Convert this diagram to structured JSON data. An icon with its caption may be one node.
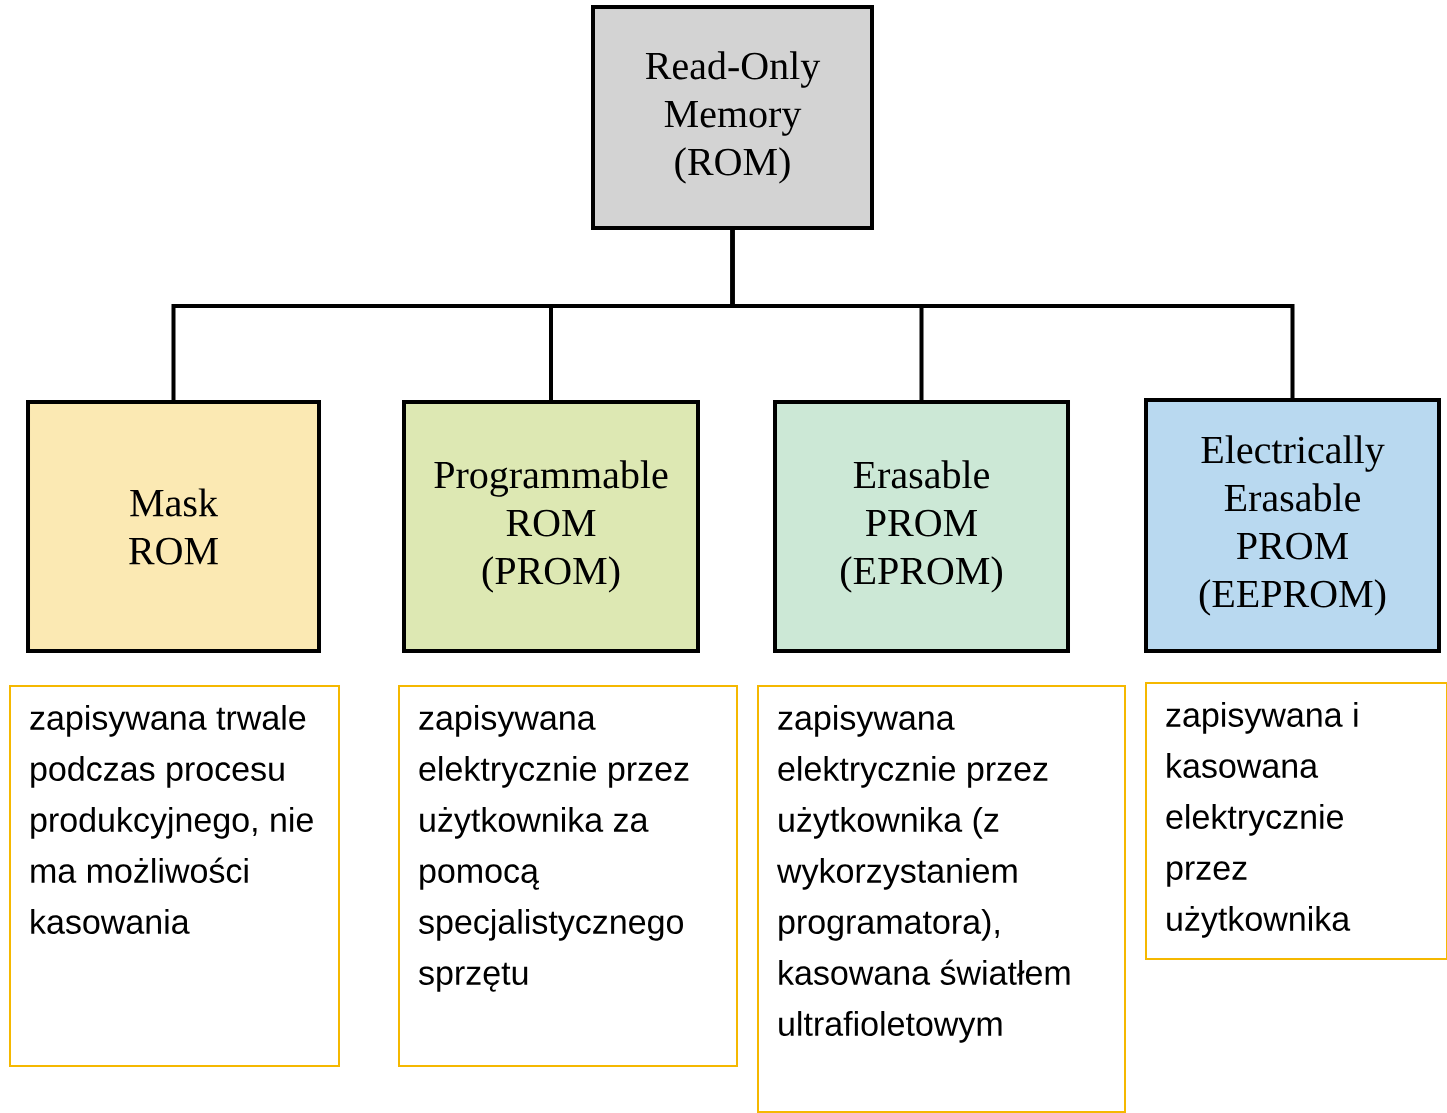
{
  "diagram": {
    "nodes": [
      {
        "text": [
          "Read-Only Memory (ROM)"
        ]
      },
      {
        "text": [
          "Mask ROM"
        ]
      },
      {
        "text": [
          "Programmable ROM (PROM)"
        ]
      },
      {
        "text": [
          "Erasable PROM (EPROM)"
        ]
      },
      {
        "text": [
          "Electrically Erasable PROM (EEPROM)"
        ]
      },
      {
        "text": [
          "zapisywana trwale podczas procesu produkcyjnego, nie ma możliwości kasowania"
        ]
      },
      {
        "text": [
          "zapisywana elektrycznie przez użytkownika za pomocą specjalistycznego sprzętu"
        ]
      },
      {
        "text": [
          "zapisywana elektrycznie przez użytkownika (z wykorzystaniem programatora), kasowana światłem ultrafioletowym"
        ]
      },
      {
        "text": [
          "zapisywana i kasowana elektrycznie przez użytkownika"
        ]
      }
    ],
    "edges": [
      {
        "from": 0,
        "to": 1,
        "arrow": "none"
      },
      {
        "from": 0,
        "to": 2,
        "arrow": "none"
      },
      {
        "from": 0,
        "to": 3,
        "arrow": "none"
      },
      {
        "from": 0,
        "to": 4,
        "arrow": "none"
      }
    ]
  }
}
